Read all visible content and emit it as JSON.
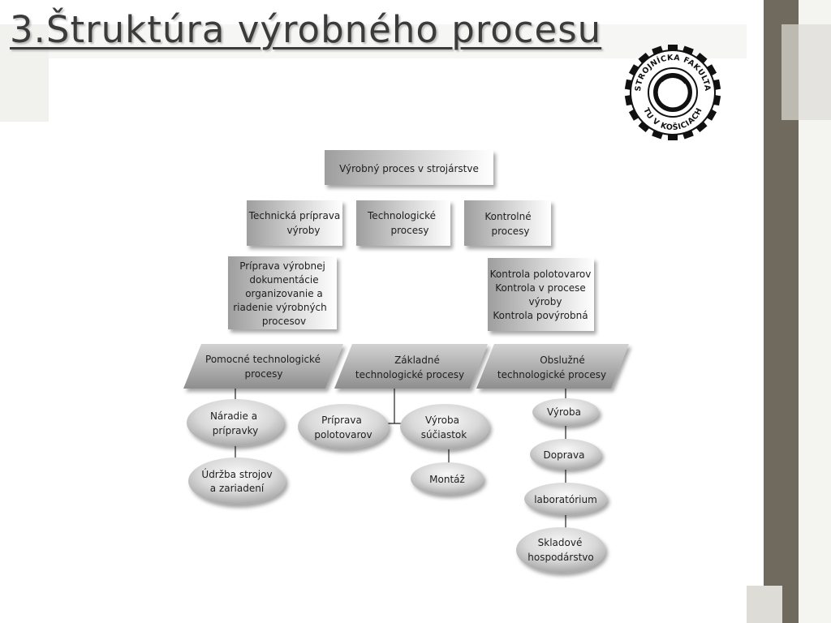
{
  "title": "3.Štruktúra výrobného procesu",
  "logo": {
    "ring_text_top": "STROJNÍCKA FAKULTA",
    "ring_text_bottom": "TU V KOŠICIACH"
  },
  "diagram": {
    "root": [
      "Výrobný proces v strojárstve"
    ],
    "technicka": [
      "Technická príprava",
      "výroby"
    ],
    "technologicke": [
      "Technologické",
      "procesy"
    ],
    "kontrolne": [
      "Kontrolné",
      "procesy"
    ],
    "priprava_dok": [
      "Príprava výrobnej",
      "dokumentácie",
      "organizovanie a",
      "riadenie výrobných",
      "procesov"
    ],
    "kontrola_list": [
      "Kontrola polotovarov",
      "Kontrola v procese",
      "výroby",
      "Kontrola povýrobná"
    ],
    "pomocne": [
      "Pomocné technologické",
      "procesy"
    ],
    "zakladne": [
      "Základné",
      "technologické procesy"
    ],
    "obsluzne": [
      "Obslužné",
      "technologické procesy"
    ],
    "naradie": [
      "Náradie a",
      "prípravky"
    ],
    "udrzba": [
      "Údržba strojov",
      "a zariadení"
    ],
    "priprava_pol": [
      "Príprava",
      "polotovarov"
    ],
    "vyroba_suc": [
      "Výroba",
      "súčiastok"
    ],
    "montaz": [
      "Montáž"
    ],
    "vyroba": [
      "Výroba"
    ],
    "doprava": [
      "Doprava"
    ],
    "laboratorium": [
      "laboratórium"
    ],
    "skladove": [
      "Skladové",
      "hospodárstvo"
    ]
  }
}
